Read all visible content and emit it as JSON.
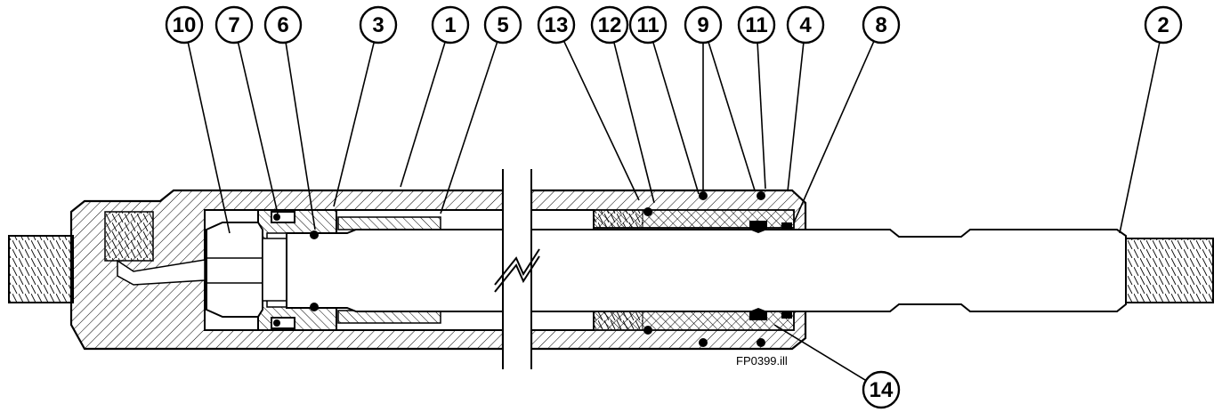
{
  "diagram": {
    "file_reference": "FP0399.ill",
    "callouts": [
      "10",
      "7",
      "6",
      "3",
      "1",
      "5",
      "13",
      "12",
      "11",
      "9",
      "11",
      "4",
      "8",
      "2",
      "14"
    ]
  }
}
